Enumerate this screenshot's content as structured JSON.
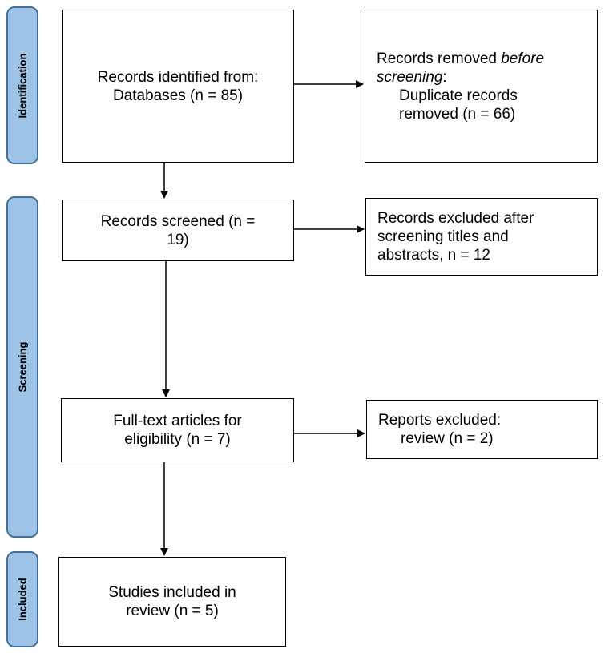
{
  "phases": {
    "identification": "Identification",
    "screening": "Screening",
    "included": "Included"
  },
  "boxes": {
    "identified": {
      "line1": "Records identified from:",
      "line2": "Databases (n = 85)"
    },
    "removed": {
      "line1_pre": "Records removed ",
      "line1_em": "before",
      "line2_em": "screening",
      "line2_post": ":",
      "line3": "Duplicate records",
      "line4": "removed (n = 66)"
    },
    "screened": {
      "line1": "Records screened (n =",
      "line2": "19)"
    },
    "excluded_titles": {
      "line1": "Records excluded after",
      "line2": "screening titles and",
      "line3": "abstracts, n = 12"
    },
    "fulltext": {
      "line1": "Full-text articles for",
      "line2": "eligibility (n = 7)"
    },
    "reports_excluded": {
      "line1": "Reports excluded:",
      "line2": "review (n = 2)"
    },
    "included": {
      "line1": "Studies included in",
      "line2": "review (n = 5)"
    }
  },
  "colors": {
    "phase_fill": "#9dc3e6",
    "phase_border": "#41719c",
    "arrow": "#000000"
  }
}
